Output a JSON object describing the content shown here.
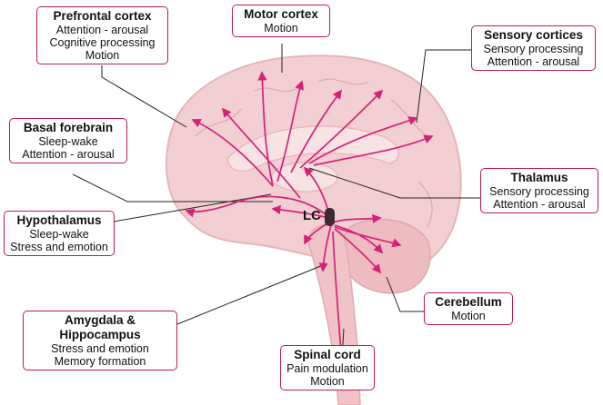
{
  "lc_label": "LC",
  "colors": {
    "box_border": "#c2185b",
    "projection": "#d6207a",
    "brain_fill": "#f2cfd2",
    "brain_stroke": "#e7b4b9",
    "lc_node": "#3a2a33"
  },
  "regions": [
    {
      "id": "prefrontal",
      "title": "Prefrontal cortex",
      "lines": [
        "Attention - arousal",
        "Cognitive processing",
        "Motion"
      ]
    },
    {
      "id": "motor",
      "title": "Motor cortex",
      "lines": [
        "Motion"
      ]
    },
    {
      "id": "sensory",
      "title": "Sensory cortices",
      "lines": [
        "Sensory processing",
        "Attention - arousal"
      ]
    },
    {
      "id": "basal",
      "title": "Basal forebrain",
      "lines": [
        "Sleep-wake",
        "Attention - arousal"
      ]
    },
    {
      "id": "thalamus",
      "title": "Thalamus",
      "lines": [
        "Sensory processing",
        "Attention - arousal"
      ]
    },
    {
      "id": "hypothalamus",
      "title": "Hypothalamus",
      "lines": [
        "Sleep-wake",
        "Stress and emotion"
      ]
    },
    {
      "id": "cerebellum",
      "title": "Cerebellum",
      "lines": [
        "Motion"
      ]
    },
    {
      "id": "amygdala",
      "title": "Amygdala & Hippocampus",
      "lines": [
        "Stress and emotion",
        "Memory formation"
      ]
    },
    {
      "id": "spinal",
      "title": "Spinal cord",
      "lines": [
        "Pain modulation",
        "Motion"
      ]
    }
  ]
}
